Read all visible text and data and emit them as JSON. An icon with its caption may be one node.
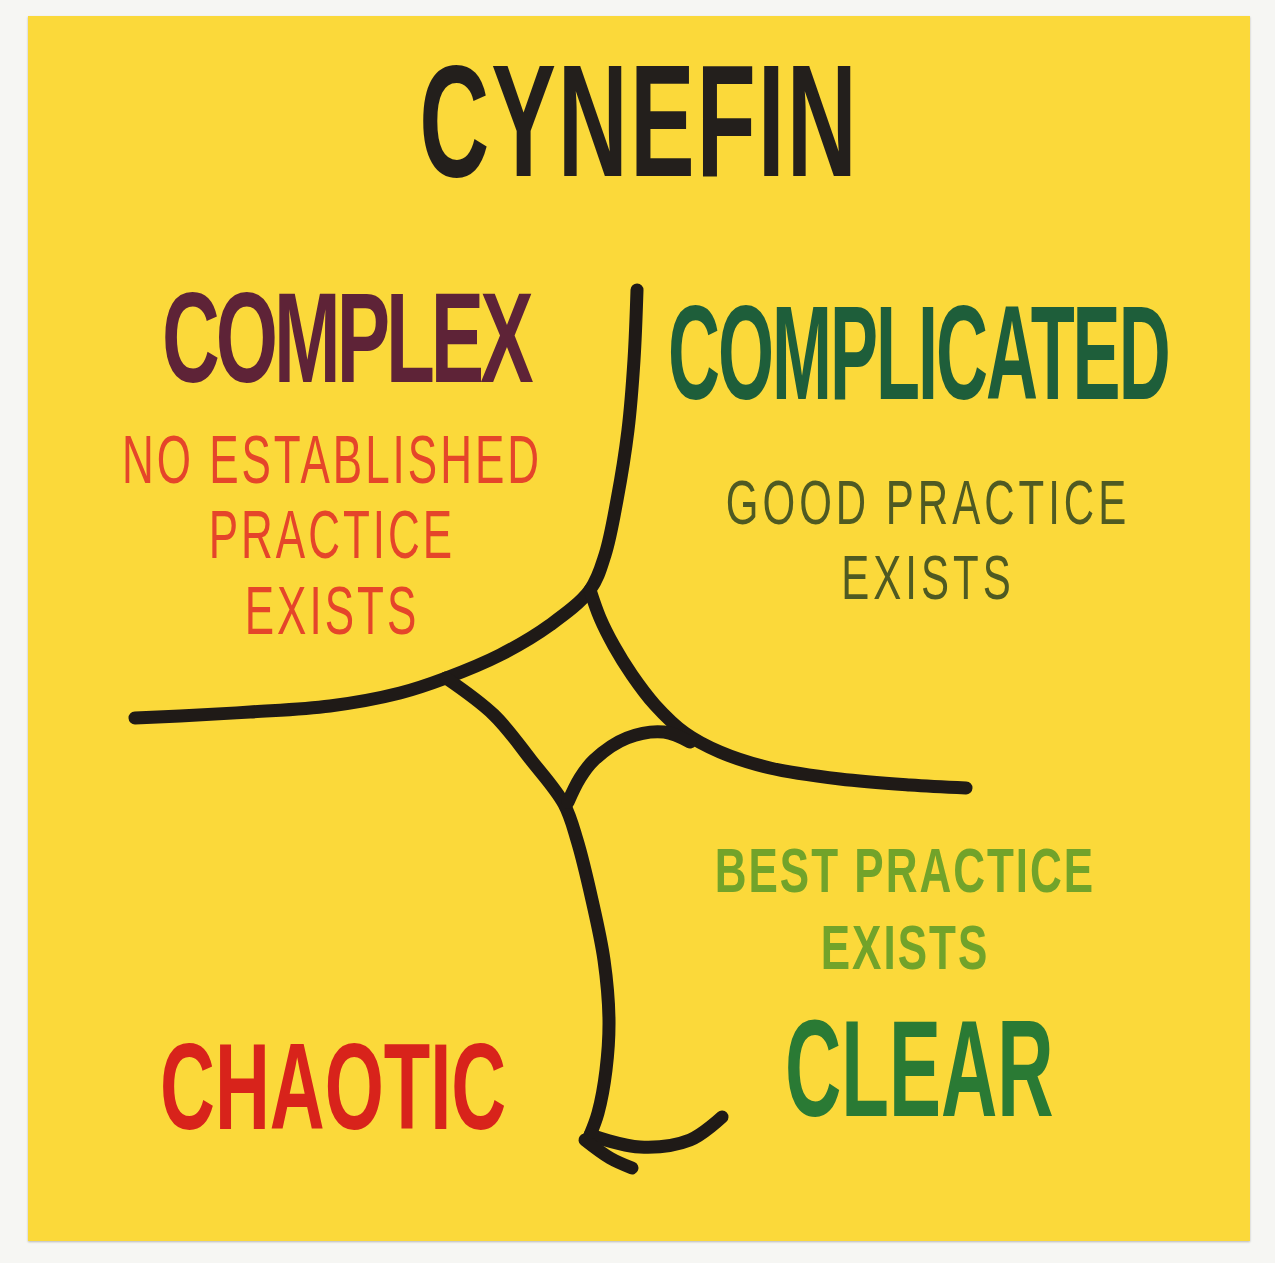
{
  "diagram": {
    "title": "CYNEFIN",
    "labels": [
      "COMPLEX",
      "COMPLICATED",
      "NO ESTABLISHED PRACTICE EXISTS",
      "GOOD PRACTICE EXISTS",
      "BEST PRACTICE EXISTS",
      "CLEAR",
      "CHAOTIC"
    ]
  }
}
